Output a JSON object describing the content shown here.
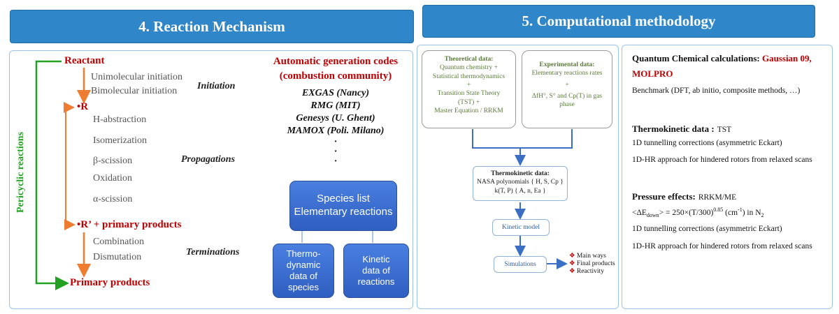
{
  "banners": {
    "left": "4. Reaction Mechanism",
    "right": "5. Computational methodology"
  },
  "mechanism": {
    "reactant": "Reactant",
    "radical": "•R",
    "radical_products": "•R’ + primary products",
    "primary_products": "Primary products",
    "pericyclic": "Pericyclic reactions",
    "initiation_steps": [
      "Unimolecular initiation",
      "Bimolecular initiation"
    ],
    "propagation_steps": [
      "H-abstraction",
      "Isomerization",
      "β-scission",
      "Oxidation",
      "α-scission"
    ],
    "termination_steps": [
      "Combination",
      "Dismutation"
    ],
    "stages": {
      "initiation": "Initiation",
      "propagations": "Propagations",
      "terminations": "Terminations"
    }
  },
  "codes": {
    "heading_line1": "Automatic generation codes",
    "heading_line2": "(combustion community)",
    "items": [
      "EXGAS (Nancy)",
      "RMG (MIT)",
      "Genesys (U. Ghent)",
      "MAMOX (Poli. Milano)"
    ],
    "dots": [
      "·",
      "·",
      "·"
    ]
  },
  "blocks": {
    "species": [
      "Species list",
      "Elementary reactions"
    ],
    "thermo": [
      "Thermo-",
      "dynamic",
      "data of",
      "species"
    ],
    "kinetic": [
      "Kinetic",
      "data of",
      "reactions"
    ]
  },
  "methodology": {
    "theoretical": {
      "title": "Theoretical data:",
      "lines": [
        "Quantum chemistry +",
        "Statistical thermodynamics",
        "+",
        "Transition State Theory",
        "(TST) +",
        "Master Equation / RRKM"
      ]
    },
    "experimental": {
      "title": "Experimental data:",
      "lines": [
        "Elementary reactions rates",
        "+",
        "ΔfH°, S° and Cp(T) in gas",
        "phase"
      ]
    },
    "thermokinetic": {
      "title": "Thermokinetic data:",
      "lines": [
        "NASA polynomials { H, S, Cp }",
        "k(T, P) { A, n, Ea }"
      ]
    },
    "kinetic_model": "Kinetic model",
    "simulations": "Simulations",
    "outputs": [
      "Main ways",
      "Final products",
      "Reactivity"
    ]
  },
  "notes": {
    "qc_title": "Quantum Chemical calculations:",
    "qc_software": "Gaussian 09,",
    "qc_software2": "MOLPRO",
    "benchmark": "Benchmark (DFT, ab initio, composite methods, …)",
    "thermo_title": "Thermokinetic data :",
    "thermo_value": "TST",
    "tunnelling": "1D tunnelling corrections (asymmetric Eckart)",
    "hindered": "1D-HR approach for hindered rotors from relaxed scans",
    "pressure_title": "Pressure effects:",
    "pressure_value": "RRKM/ME",
    "edown_prefix": "<ΔE",
    "edown_sub": "down",
    "edown_mid": "> = 250×(T/300)",
    "edown_sup": "0.85",
    "edown_units": " (cm",
    "edown_units_sup": "-1",
    "edown_end": ") in N",
    "edown_n2": "2",
    "tunnelling2": "1D tunnelling corrections (asymmetric Eckart)",
    "hindered2": "1D-HR approach for hindered rotors from relaxed scans"
  }
}
